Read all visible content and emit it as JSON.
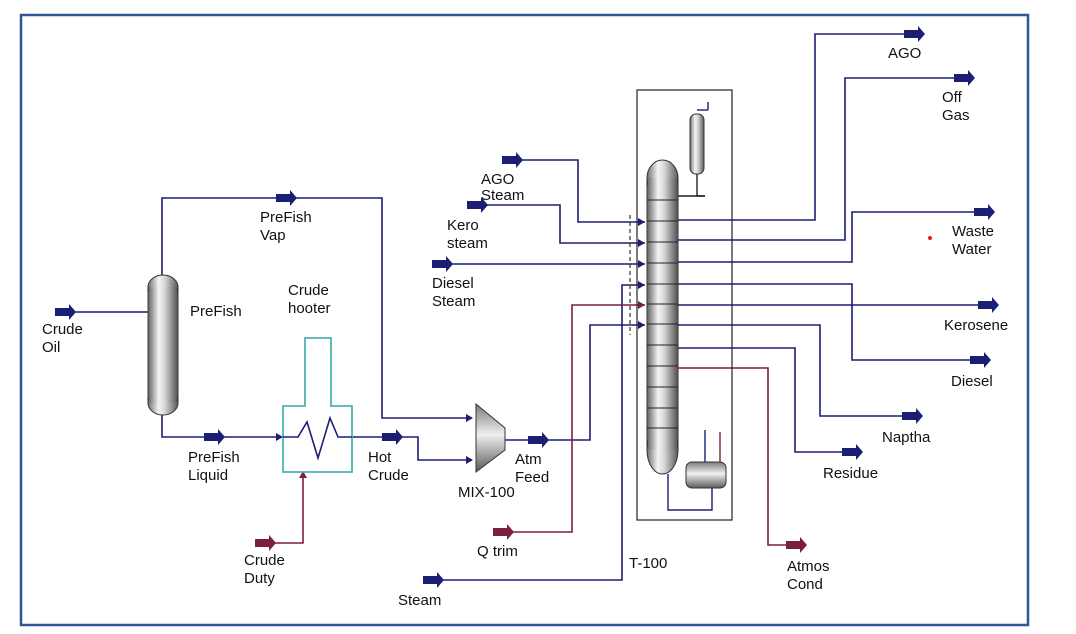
{
  "streams": {
    "crude_oil": [
      "Crude",
      "Oil"
    ],
    "prefish_vap": [
      "PreFish",
      "Vap"
    ],
    "prefish_liquid": [
      "PreFish",
      "Liquid"
    ],
    "crude_hooter": [
      "Crude",
      "hooter"
    ],
    "hot_crude": [
      "Hot",
      "Crude"
    ],
    "crude_duty": [
      "Crude",
      "Duty"
    ],
    "atm_feed": [
      "Atm",
      "Feed"
    ],
    "ago_steam": [
      "AGO",
      "Steam"
    ],
    "kero_steam": [
      "Kero",
      "steam"
    ],
    "diesel_steam": [
      "Diesel",
      "Steam"
    ],
    "q_trim": "Q trim",
    "steam": "Steam",
    "ago": "AGO",
    "off_gas": [
      "Off",
      "Gas"
    ],
    "waste_water": [
      "Waste",
      "Water"
    ],
    "kerosene": "Kerosene",
    "diesel": "Diesel",
    "naptha": "Naptha",
    "residue": "Residue",
    "atmos_cond": [
      "Atmos",
      "Cond"
    ]
  },
  "units": {
    "prefish": "PreFish",
    "mixer": "MIX-100",
    "column": "T-100"
  },
  "colors": {
    "material_stream": "#1b1f73",
    "energy_stream": "#7a1f3d",
    "frame": "#2f5597",
    "heater": "#4fb3b3"
  }
}
